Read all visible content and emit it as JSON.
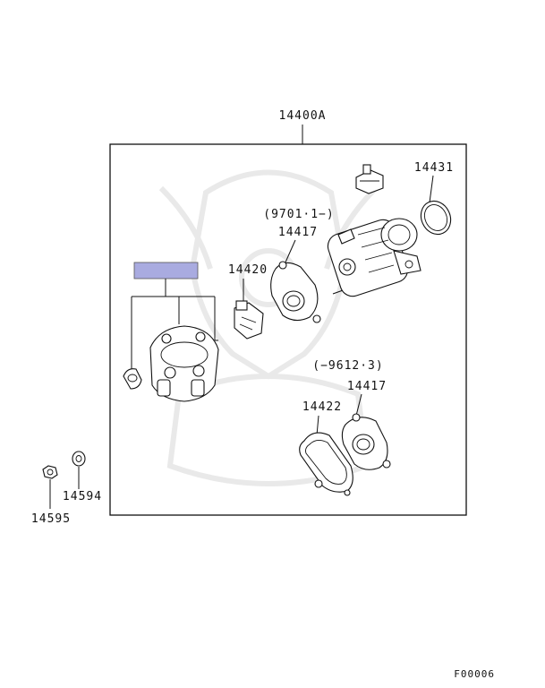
{
  "diagram": {
    "assembly_number": "14400A",
    "callouts": {
      "part_14431": "14431",
      "range_new": "(9701·1−)",
      "part_14417_upper": "14417",
      "part_14420": "14420",
      "range_old": "(−9612·3)",
      "part_14417_lower": "14417",
      "part_14422": "14422",
      "part_14594": "14594",
      "part_14595": "14595"
    },
    "highlight_color": "#a9abe0",
    "figure_code": "F00006"
  }
}
